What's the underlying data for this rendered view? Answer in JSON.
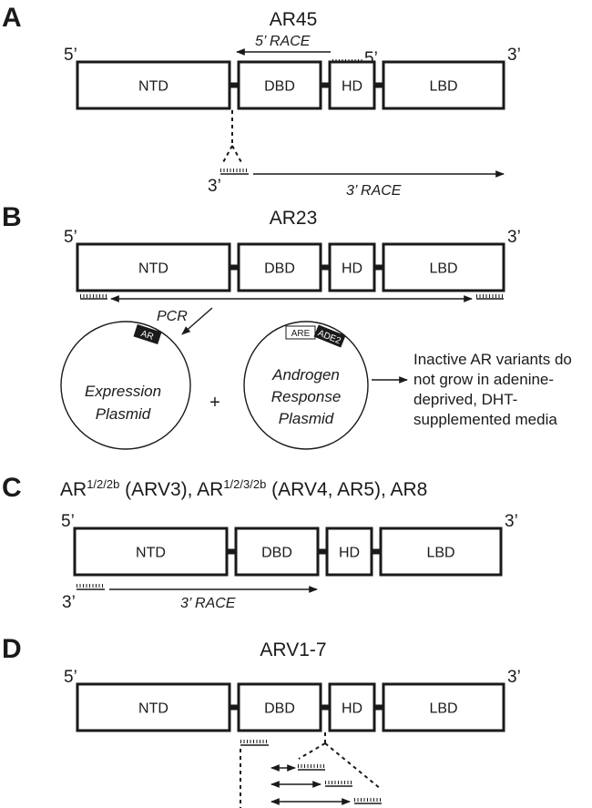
{
  "figure": {
    "domains": [
      "NTD",
      "DBD",
      "HD",
      "LBD"
    ],
    "five_prime": "5’",
    "three_prime": "3’",
    "panels": [
      {
        "letter": "A",
        "title": "AR45",
        "race5_label": "5’ RACE",
        "race3_label": "3’ RACE"
      },
      {
        "letter": "B",
        "title": "AR23",
        "pcr_label": "PCR",
        "plasmid1": [
          "Expression",
          "Plasmid"
        ],
        "plasmid1_tag": "AR",
        "plus": "+",
        "plasmid2": [
          "Androgen",
          "Response",
          "Plasmid"
        ],
        "plasmid2_tags": [
          "ARE",
          "ADE2"
        ],
        "outcome": [
          "Inactive AR variants do",
          "not grow in adenine-",
          "deprived, DHT-",
          "supplemented media"
        ]
      },
      {
        "letter": "C",
        "title_parts": [
          {
            "text": "AR",
            "sup": "1/2/2b"
          },
          {
            "text": " (ARV3), AR",
            "sup": "1/2/3/2b"
          },
          {
            "text": " (ARV4, AR5), AR8",
            "sup": ""
          }
        ],
        "race3_label": "3’ RACE"
      },
      {
        "letter": "D",
        "title": "ARV1-7"
      }
    ]
  }
}
